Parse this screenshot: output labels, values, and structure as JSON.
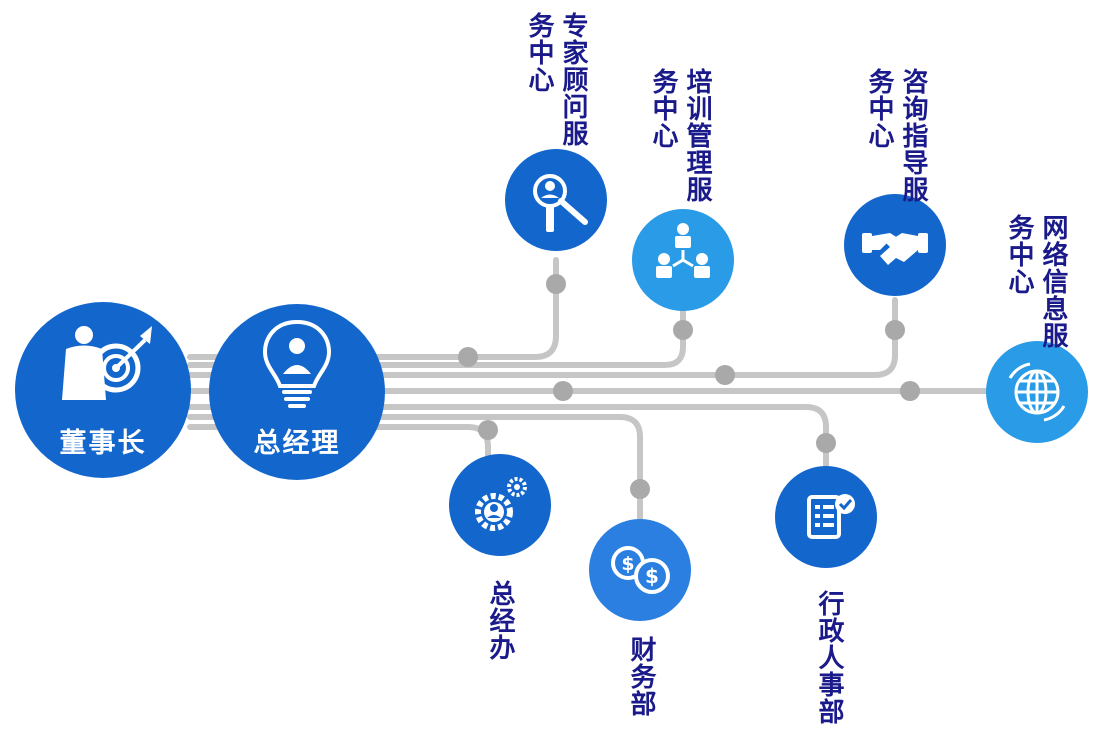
{
  "colors": {
    "main_node": "#1266cc",
    "light_node": "#2a9be6",
    "connector": "#c6c6c6",
    "joint": "#a9a9a9",
    "label_text": "#1a1a8a",
    "node_text": "#ffffff"
  },
  "nodes": {
    "chairman": {
      "label": "董事长",
      "icon": "businessman-target-icon"
    },
    "general_manager": {
      "label": "总经理",
      "icon": "lightbulb-businessman-icon"
    },
    "expert_center": {
      "label": "专家顾问服务中心",
      "icon": "person-magnifier-icon"
    },
    "training_center": {
      "label": "培训管理服务中心",
      "icon": "team-network-icon"
    },
    "consulting_center": {
      "label": "咨询指导服务中心",
      "icon": "handshake-icon"
    },
    "network_center": {
      "label": "网络信息服务中心",
      "icon": "globe-icon"
    },
    "gm_office": {
      "label": "总经办",
      "icon": "person-gears-icon"
    },
    "finance": {
      "label": "财务部",
      "icon": "dollar-coins-icon"
    },
    "admin_hr": {
      "label": "行政人事部",
      "icon": "checklist-document-icon"
    }
  }
}
